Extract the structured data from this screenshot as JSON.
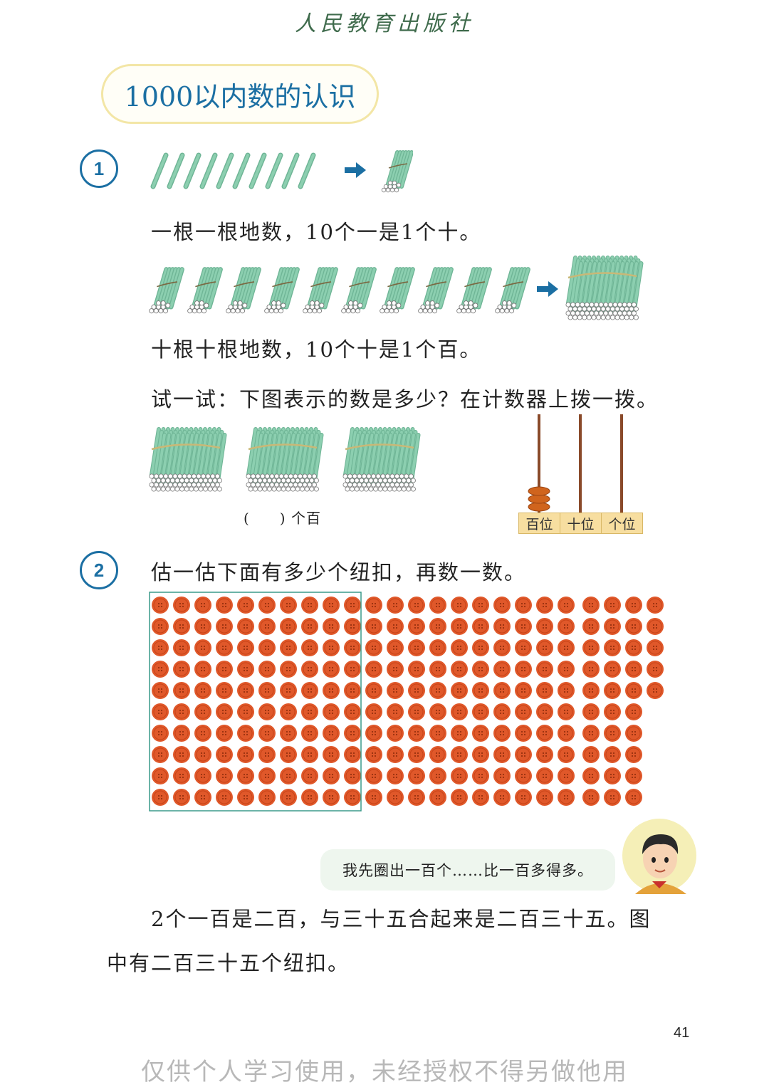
{
  "header": {
    "publisher": "人民教育出版社"
  },
  "section": {
    "title": "1000以内数的认识"
  },
  "example1": {
    "number": "1",
    "line1": "一根一根地数，10个一是1个十。",
    "line2": "十根十根地数，10个十是1个百。",
    "try_it": "试一试：下图表示的数是多少？在计数器上拨一拨。",
    "blank_label": "(　　) 个百",
    "abacus": {
      "labels": [
        "百位",
        "十位",
        "个位"
      ],
      "beads": [
        3,
        0,
        0
      ]
    },
    "hundreds_bundles": 3,
    "single_sticks": 10,
    "ten_bundles": 10
  },
  "example2": {
    "number": "2",
    "prompt": "估一估下面有多少个纽扣，再数一数。",
    "buttons_total": 235,
    "speech": "我先圈出一百个……比一百多得多。",
    "answer_line1": "2个一百是二百，与三十五合起来是二百三十五。图",
    "answer_line2": "中有二百三十五个纽扣。"
  },
  "footer": {
    "page_number": "41",
    "watermark": "仅供个人学习使用，未经授权不得另做他用"
  },
  "colors": {
    "accent": "#1b6fa3",
    "stick": "#8ccfb0",
    "button": "#e0582a",
    "bead": "#d0641d"
  }
}
